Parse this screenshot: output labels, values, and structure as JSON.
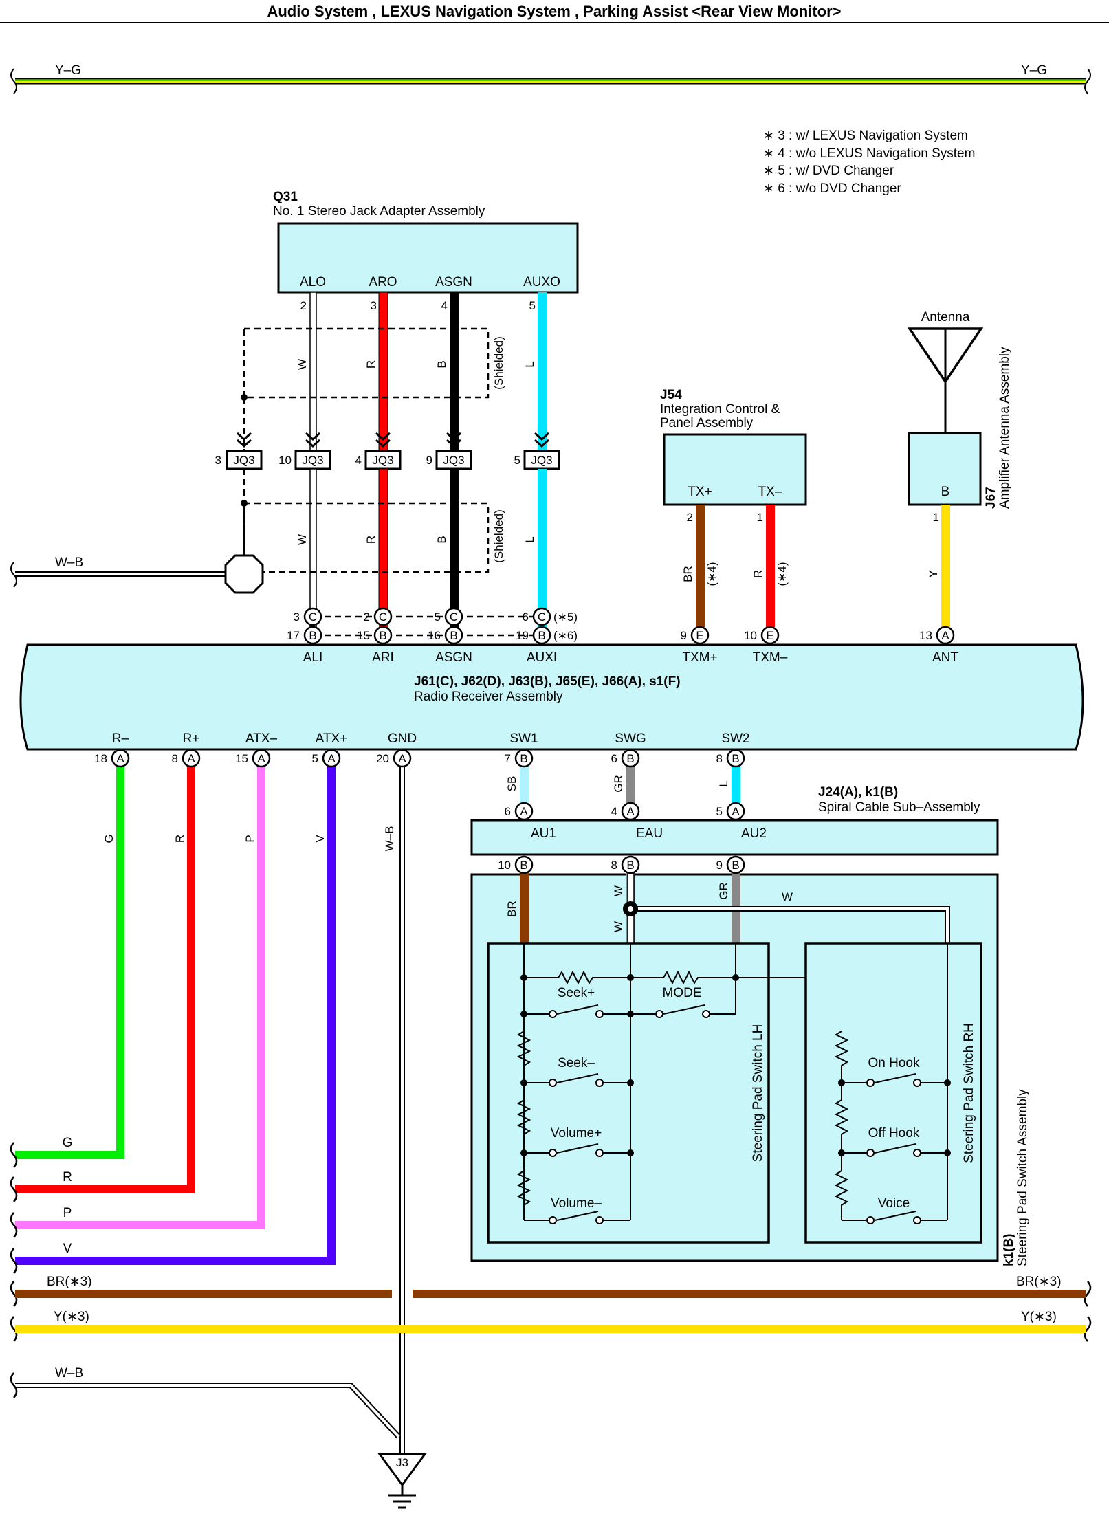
{
  "title": "Audio System , LEXUS Navigation System , Parking Assist <Rear View Monitor>",
  "notes": [
    "∗ 3 : w/ LEXUS Navigation System",
    "∗ 4 : w/o LEXUS Navigation System",
    "∗ 5 : w/ DVD Changer",
    "∗ 6 : w/o DVD Changer"
  ],
  "colors": {
    "box_fill": "#c9f7f9",
    "W": "#ffffff",
    "R": "#ff0000",
    "B": "#000000",
    "L": "#00e5ff",
    "BR": "#8b3a00",
    "Y": "#ffe000",
    "G": "#00ee00",
    "P": "#ff77ff",
    "V": "#5000ff",
    "SB": "#aef3ff",
    "GR": "#888888",
    "Y-G": "#ccee00"
  },
  "components": {
    "q31": {
      "id": "Q31",
      "name": "No. 1 Stereo Jack Adapter Assembly",
      "pins": [
        "ALO",
        "ARO",
        "ASGN",
        "AUXO"
      ],
      "pin_numbers": [
        "2",
        "3",
        "4",
        "5"
      ]
    },
    "j54": {
      "id": "J54",
      "name_line1": "Integration Control &",
      "name_line2": "Panel Assembly",
      "pins": [
        "TX+",
        "TX–"
      ],
      "pin_numbers": [
        "2",
        "1"
      ]
    },
    "antenna": {
      "label": "Antenna"
    },
    "j67": {
      "id": "J67",
      "name": "Amplifier Antenna Assembly",
      "pin": "B",
      "pin_number": "1"
    },
    "radio": {
      "id": "J61(C), J62(D), J63(B), J65(E), J66(A), s1(F)",
      "name": "Radio Receiver Assembly",
      "top_pins": [
        "ALI",
        "ARI",
        "ASGN",
        "AUXI",
        "TXM+",
        "TXM–",
        "ANT"
      ],
      "bottom_pins": [
        "R–",
        "R+",
        "ATX–",
        "ATX+",
        "GND",
        "SW1",
        "SWG",
        "SW2"
      ]
    },
    "j24": {
      "id": "J24(A), k1(B)",
      "name": "Spiral Cable Sub–Assembly",
      "pins": [
        "AU1",
        "EAU",
        "AU2"
      ]
    },
    "k1": {
      "id": "k1(B)",
      "name": "Steering Pad Switch Assembly",
      "lh": "Steering Pad Switch LH",
      "rh": "Steering Pad Switch RH",
      "switches": [
        "Seek+",
        "MODE",
        "Seek–",
        "Volume+",
        "Volume–",
        "On Hook",
        "Off Hook",
        "Voice"
      ]
    },
    "ground": {
      "id": "J3"
    }
  },
  "junction": {
    "name": "JQ3",
    "pins": [
      "3",
      "10",
      "4",
      "9",
      "5"
    ]
  },
  "shield_label": "(Shielded)",
  "connectors": {
    "c_row": [
      {
        "num": "3",
        "letter": "C"
      },
      {
        "num": "2",
        "letter": "C"
      },
      {
        "num": "5",
        "letter": "C"
      },
      {
        "num": "6",
        "letter": "C",
        "note": "(∗5)"
      }
    ],
    "b_row": [
      {
        "num": "17",
        "letter": "B"
      },
      {
        "num": "15",
        "letter": "B"
      },
      {
        "num": "16",
        "letter": "B"
      },
      {
        "num": "19",
        "letter": "B",
        "note": "(∗6)"
      }
    ],
    "e_row": [
      {
        "num": "9",
        "letter": "E"
      },
      {
        "num": "10",
        "letter": "E"
      }
    ],
    "ant": {
      "num": "13",
      "letter": "A"
    },
    "bottom": [
      {
        "num": "18",
        "letter": "A"
      },
      {
        "num": "8",
        "letter": "A"
      },
      {
        "num": "15",
        "letter": "A"
      },
      {
        "num": "5",
        "letter": "A"
      },
      {
        "num": "20",
        "letter": "A"
      },
      {
        "num": "7",
        "letter": "B"
      },
      {
        "num": "6",
        "letter": "B"
      },
      {
        "num": "8",
        "letter": "B"
      }
    ],
    "spiral_top": [
      {
        "num": "6",
        "letter": "A"
      },
      {
        "num": "4",
        "letter": "A"
      },
      {
        "num": "5",
        "letter": "A"
      }
    ],
    "spiral_bottom": [
      {
        "num": "10",
        "letter": "B"
      },
      {
        "num": "8",
        "letter": "B"
      },
      {
        "num": "9",
        "letter": "B"
      }
    ]
  },
  "wire_labels": {
    "y_g": "Y–G",
    "w_b": "W–B",
    "upper": [
      "W",
      "R",
      "B",
      "L"
    ],
    "lower": [
      "W",
      "R",
      "B",
      "L"
    ],
    "tx": [
      "BR",
      "R"
    ],
    "tx_note": "(∗4)",
    "ant": "Y",
    "bottom": [
      "G",
      "R",
      "P",
      "V",
      "W–B"
    ],
    "sw": [
      "SB",
      "GR",
      "L"
    ],
    "pad": [
      "BR",
      "W",
      "GR",
      "W",
      "W"
    ],
    "left_ends": [
      "G",
      "R",
      "P",
      "V"
    ],
    "br3": "BR(∗3)",
    "y3": "Y(∗3)"
  }
}
